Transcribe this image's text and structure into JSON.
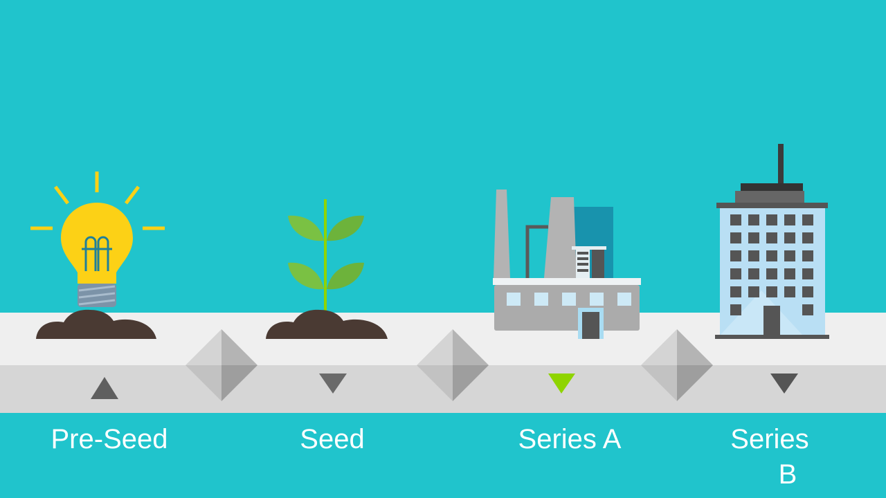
{
  "stages": [
    {
      "label": "Pre-Seed",
      "icon": "lightbulb-icon",
      "marker": "up"
    },
    {
      "label": "Seed",
      "icon": "sprout-icon",
      "marker": "down"
    },
    {
      "label": "Series A",
      "icon": "factory-icon",
      "marker": "down",
      "active": true
    },
    {
      "label_line1": "Series",
      "label_line2": "B",
      "icon": "office-building-icon",
      "marker": "down"
    }
  ],
  "colors": {
    "background": "#20c4cc",
    "track_light": "#efefef",
    "track_dark": "#d6d6d6",
    "marker": "#5f5f5f",
    "active_marker": "#8fd400",
    "bulb": "#fcd116",
    "leaf": "#7ac143",
    "soil": "#4a3a33"
  }
}
